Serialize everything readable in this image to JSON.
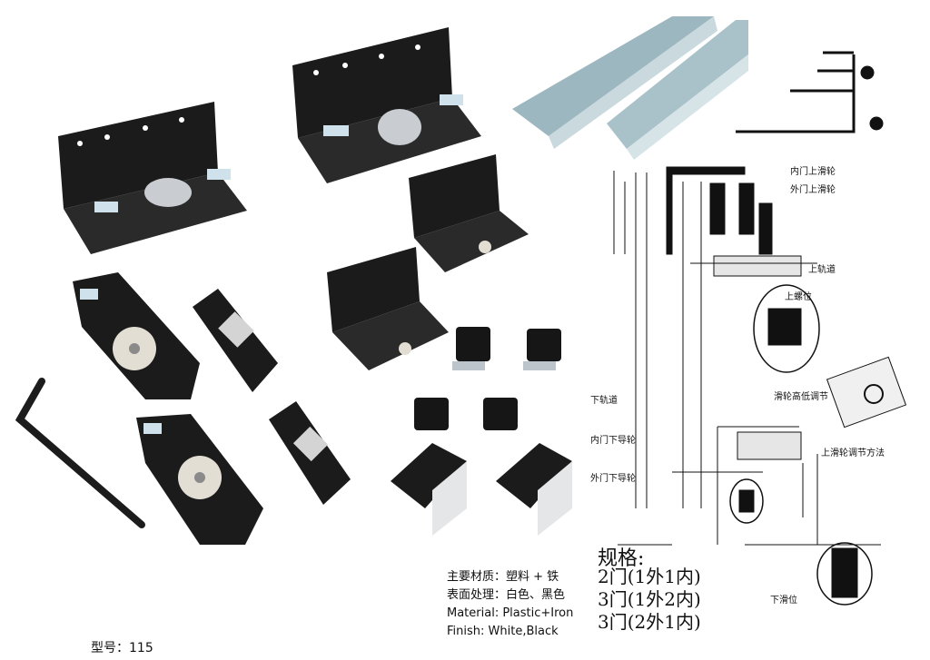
{
  "product": {
    "model_label": "型号：115",
    "specs": {
      "material_cn": "主要材质：塑料 + 铁",
      "finish_cn": "表面处理：白色、黑色",
      "material_en": "Material: Plastic+Iron",
      "finish_en": "Finish: White,Black"
    },
    "standard": {
      "title": "规格:",
      "options": [
        "2门(1外1内)",
        "3门(1外2内)",
        "3门(2外1内)"
      ]
    }
  },
  "diagram": {
    "labels": {
      "inner_top_roller": "内门上滑轮",
      "outer_top_roller": "外门上滑轮",
      "top_track": "上轨道",
      "top_screw": "上螺位",
      "pulley_height_adjust": "滑轮高低调节",
      "top_pulley_adjust_method": "上滑轮调节方法",
      "bottom_track": "下轨道",
      "inner_bottom_guide": "内门下导轮",
      "outer_bottom_guide": "外门下导轮",
      "bottom_slide_position": "下滑位"
    }
  },
  "colors": {
    "bracket": "#1b1b1b",
    "rail": "#9db7c0",
    "wheel": "#e2ded4",
    "background": "#ffffff"
  },
  "icons": [
    "hex-key-icon",
    "roller-bracket-icon",
    "guide-block-icon",
    "rail-profile-icon"
  ]
}
